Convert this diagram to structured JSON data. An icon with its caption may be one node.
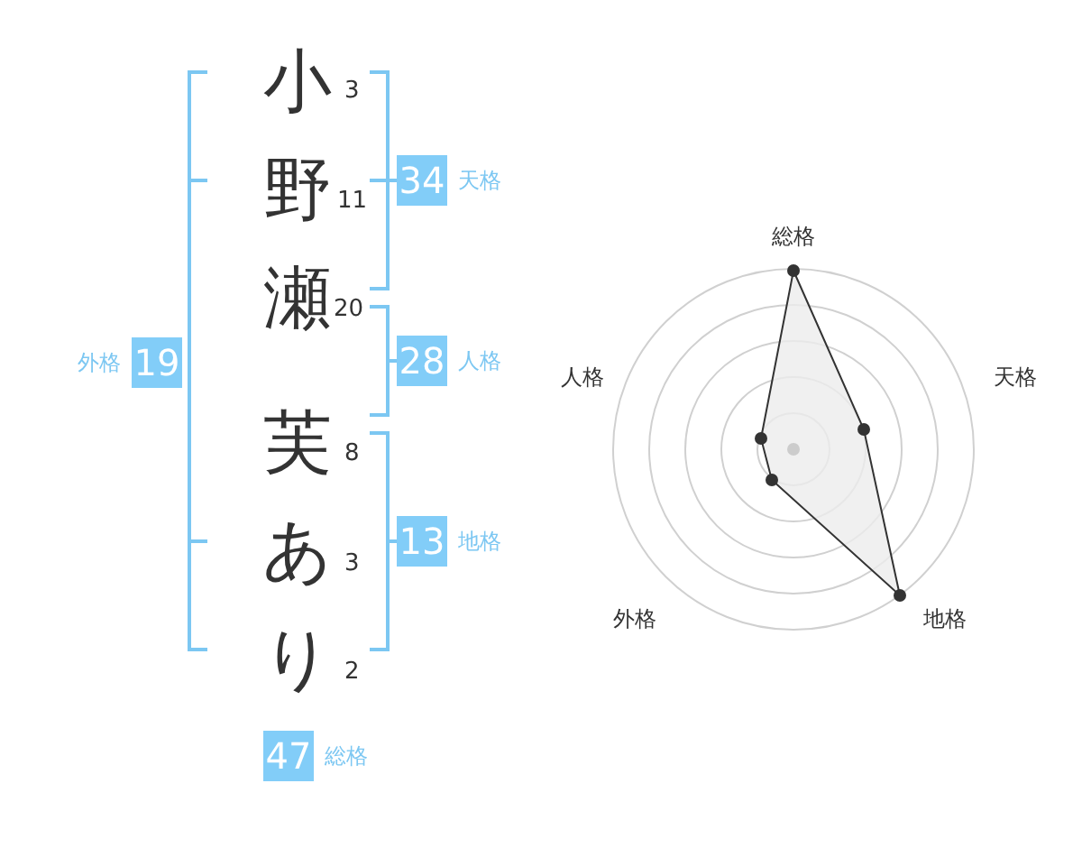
{
  "diagram": {
    "nodes": [
      {
        "text": [
          "19"
        ],
        "beside": [
          "外格"
        ]
      },
      {
        "text": [
          "34"
        ],
        "beside": [
          "天格"
        ]
      },
      {
        "text": [
          "28"
        ],
        "beside": [
          "人格"
        ]
      },
      {
        "text": [
          "13"
        ],
        "beside": [
          "地格"
        ]
      },
      {
        "text": [
          "47"
        ],
        "beside": [
          "総格"
        ]
      }
    ],
    "labels": [
      "小",
      "3",
      "野",
      "11",
      "瀬",
      "20",
      "芙",
      "8",
      "あ",
      "3",
      "り",
      "2",
      "総格",
      "天格",
      "人格",
      "地格",
      "外格"
    ]
  }
}
